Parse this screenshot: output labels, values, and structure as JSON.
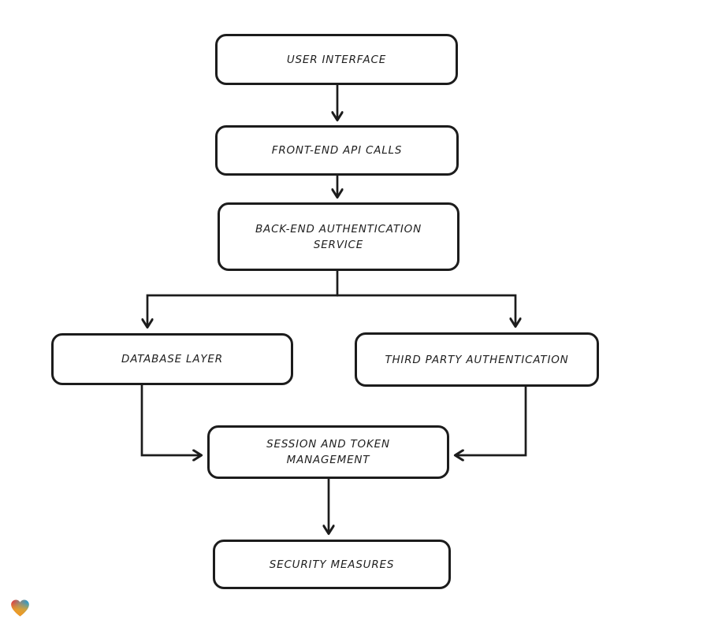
{
  "diagram": {
    "title": "Authentication architecture flowchart",
    "type": "flowchart",
    "nodes": [
      {
        "id": "user-interface",
        "label": "USER INTERFACE"
      },
      {
        "id": "front-end-api-calls",
        "label": "FRONT-END API CALLS"
      },
      {
        "id": "back-end-auth-service",
        "label": "BACK-END AUTHENTICATION SERVICE"
      },
      {
        "id": "database-layer",
        "label": "DATABASE LAYER"
      },
      {
        "id": "third-party-auth",
        "label": "THIRD PARTY AUTHENTICATION"
      },
      {
        "id": "session-token-mgmt",
        "label": "SESSION AND TOKEN MANAGEMENT"
      },
      {
        "id": "security-measures",
        "label": "SECURITY MEASURES"
      }
    ],
    "edges": [
      {
        "from": "user-interface",
        "to": "front-end-api-calls"
      },
      {
        "from": "front-end-api-calls",
        "to": "back-end-auth-service"
      },
      {
        "from": "back-end-auth-service",
        "to": "database-layer"
      },
      {
        "from": "back-end-auth-service",
        "to": "third-party-auth"
      },
      {
        "from": "database-layer",
        "to": "session-token-mgmt"
      },
      {
        "from": "third-party-auth",
        "to": "session-token-mgmt"
      },
      {
        "from": "session-token-mgmt",
        "to": "security-measures"
      }
    ],
    "colors": {
      "stroke": "#1c1c1c",
      "node_fill": "#ffffff",
      "background": "#ffffff"
    }
  },
  "branding": {
    "logo_icon": "heart-gradient-logo",
    "colors": {
      "red": "#ee3b35",
      "blue": "#1d9fd8",
      "orange": "#f7a41d"
    }
  }
}
